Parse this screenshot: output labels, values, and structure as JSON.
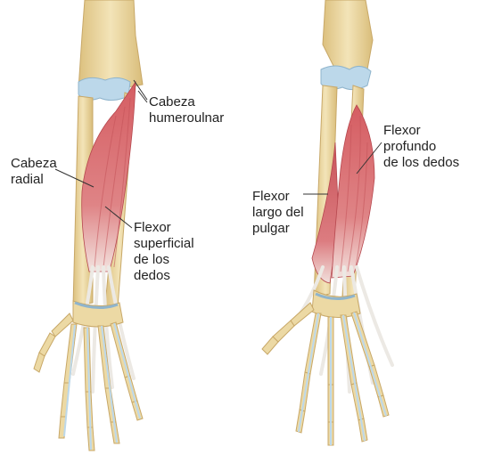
{
  "labels": {
    "cabeza_humeroulnar": "Cabeza\nhumeroulnar",
    "cabeza_radial": "Cabeza\nradial",
    "flexor_superficial": "Flexor\nsuperficial\nde los\ndedos",
    "flexor_profundo": "Flexor\nprofundo\nde los dedos",
    "flexor_largo_pulgar": "Flexor\nlargo del\npulgar"
  },
  "colors": {
    "bone": "#ecd9a4",
    "bone_stroke": "#c8a868",
    "cartilage": "#bcd8ea",
    "muscle": "#d0666a",
    "muscle_light": "#e79a9a",
    "tendon": "#ece9e4",
    "leader": "#333333"
  }
}
